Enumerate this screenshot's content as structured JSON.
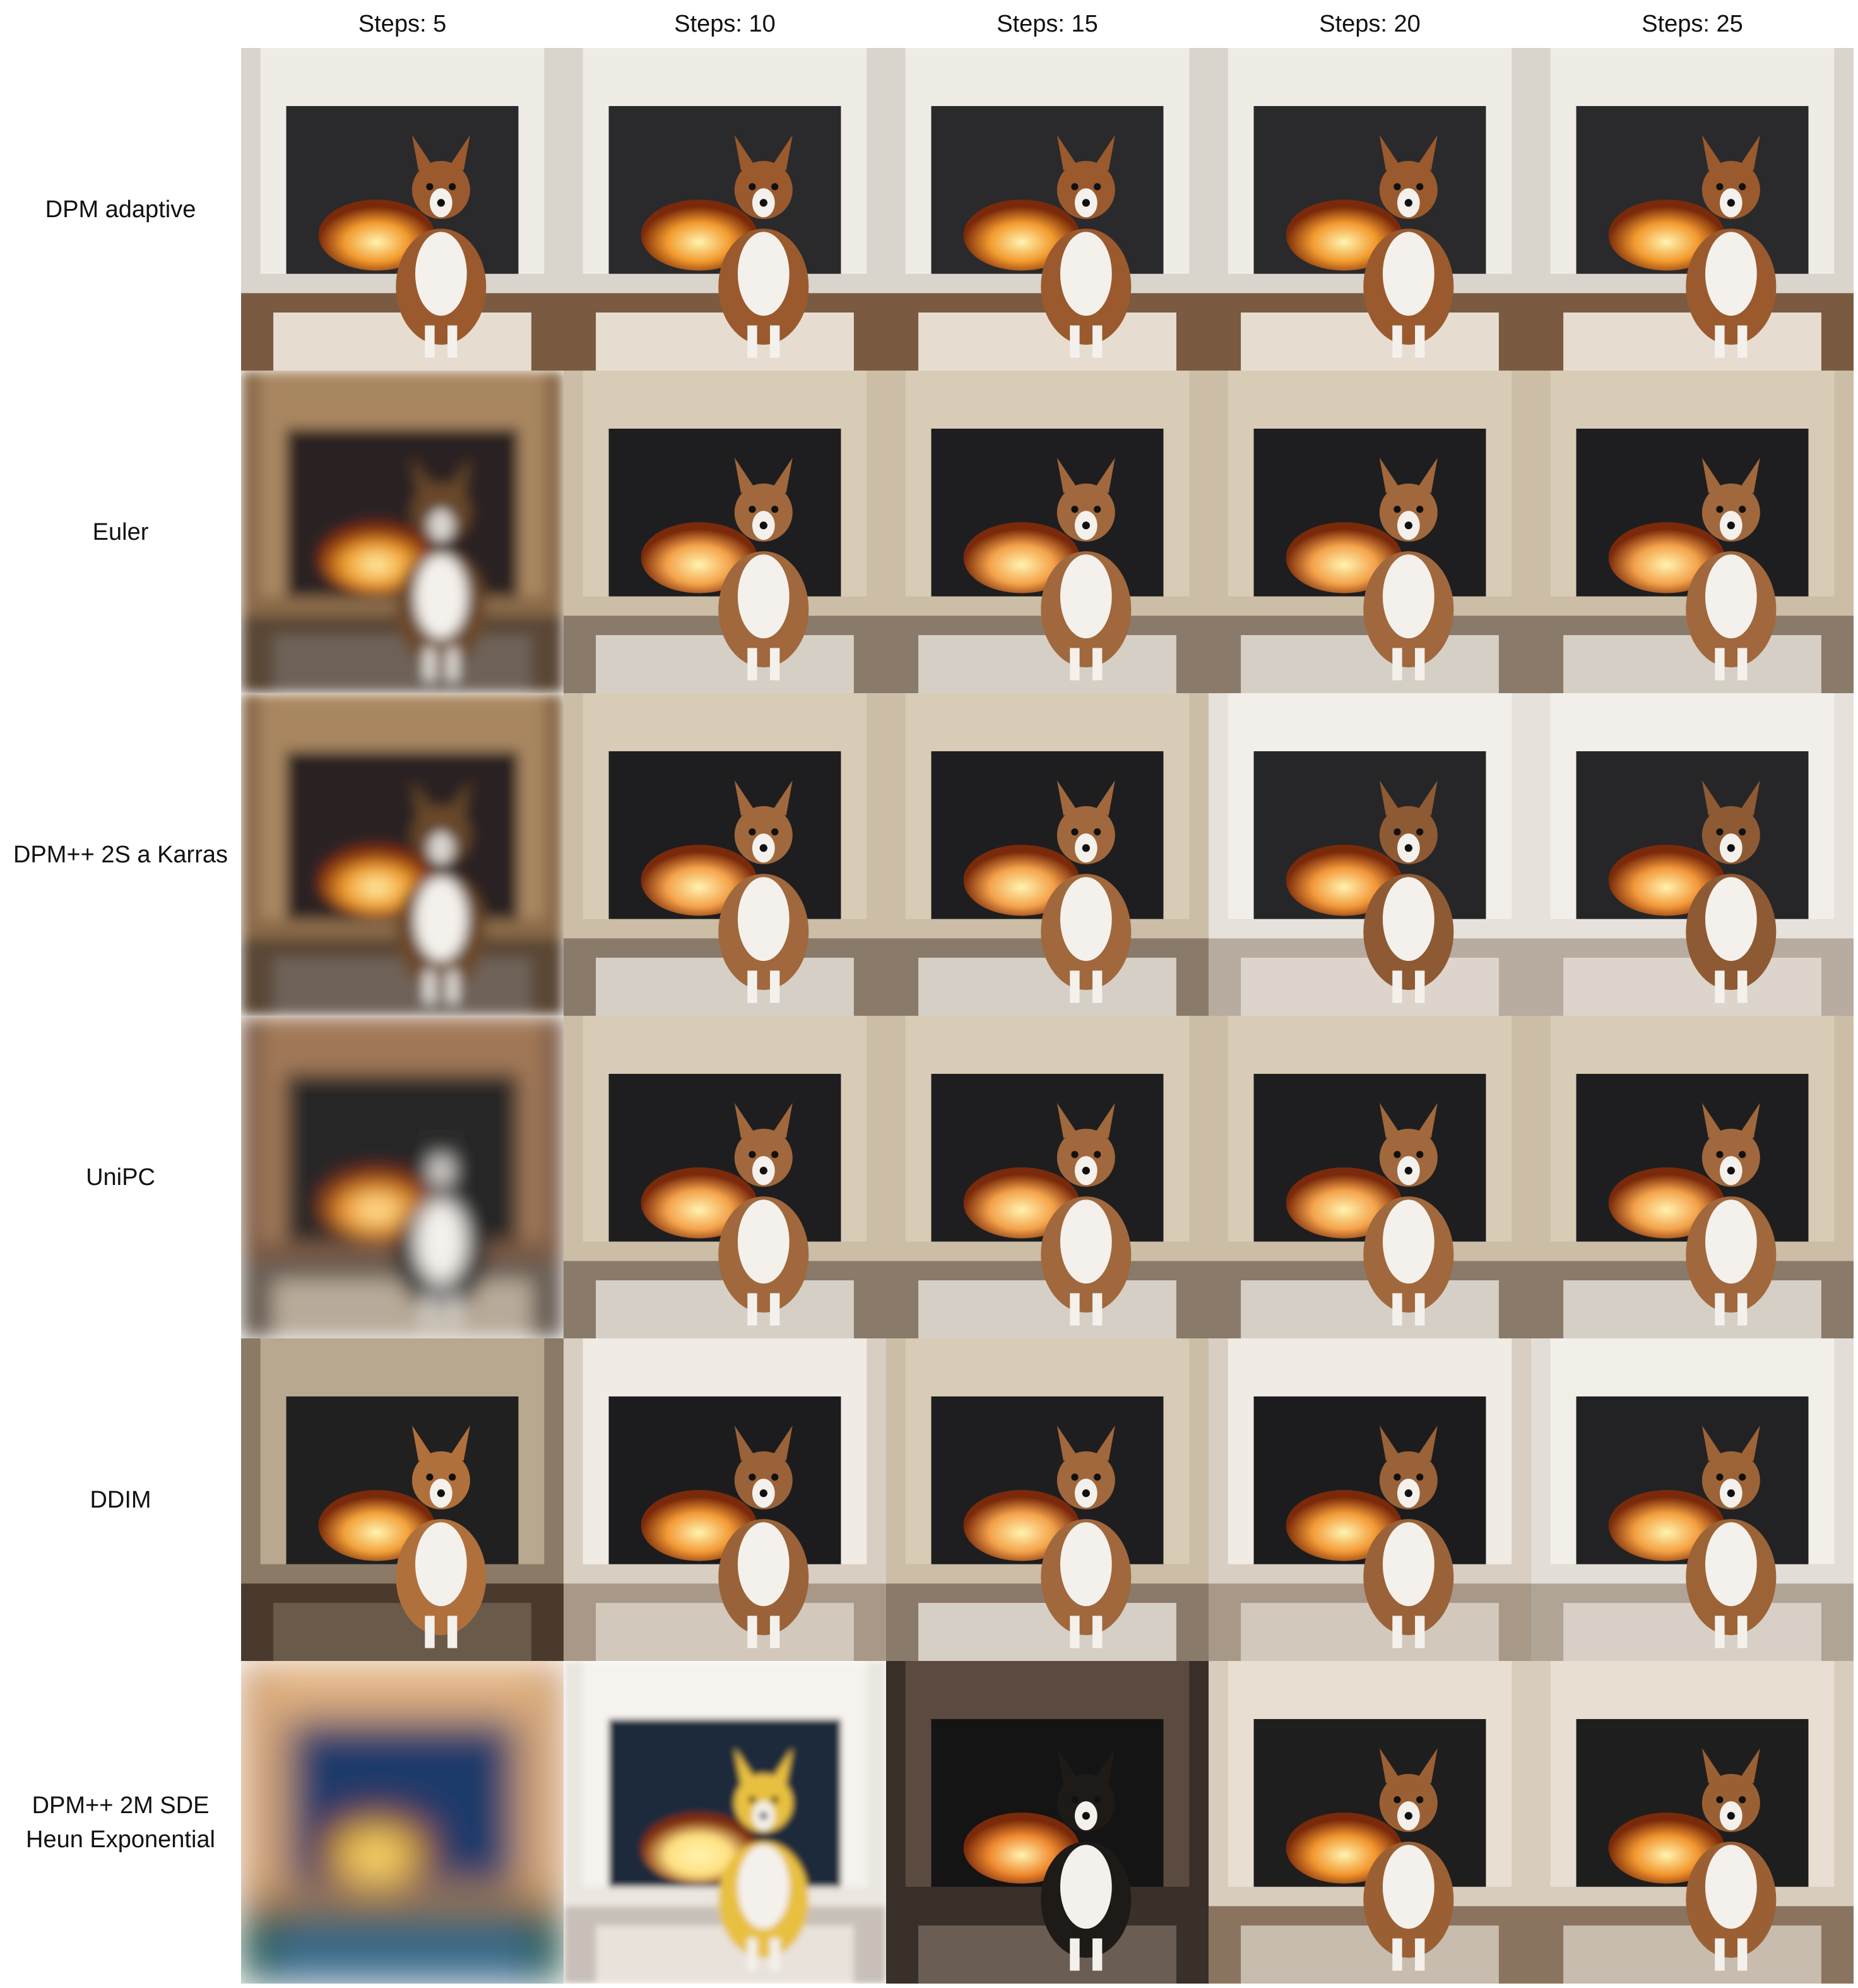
{
  "columns": [
    "Steps: 5",
    "Steps: 10",
    "Steps: 15",
    "Steps: 20",
    "Steps: 25"
  ],
  "rows": [
    {
      "label": "DPM adaptive",
      "scenes": [
        "classic-fireplace",
        "classic-fireplace",
        "classic-fireplace",
        "classic-fireplace",
        "classic-fireplace"
      ]
    },
    {
      "label": "Euler",
      "scenes": [
        "stone-fireplace-blurry",
        "wood-stove",
        "wood-stove",
        "wood-stove",
        "wood-stove"
      ]
    },
    {
      "label": "DPM++ 2S a Karras",
      "scenes": [
        "stone-fireplace-blurry",
        "wood-stove",
        "wood-stove",
        "insert-fireplace",
        "insert-fireplace"
      ]
    },
    {
      "label": "UniPC",
      "scenes": [
        "blurry-fireplace",
        "wood-stove",
        "wood-stove",
        "wood-stove",
        "wood-stove"
      ]
    },
    {
      "label": "DDIM",
      "scenes": [
        "stone-mantel-lying-dog",
        "white-mantel",
        "wood-stove",
        "white-mantel",
        "hood-fireplace"
      ]
    },
    {
      "label": "DPM++ 2M SDE\nHeun Exponential",
      "scenes": [
        "abstract-fire",
        "overexposed-fireplace",
        "dark-room-fireplace",
        "tiled-fireplace",
        "tiled-fireplace"
      ]
    }
  ],
  "image_content": "photo of a sheltie dog sitting in front of a fireplace",
  "colors": {
    "background": "#ffffff",
    "label_text": "#111111"
  }
}
